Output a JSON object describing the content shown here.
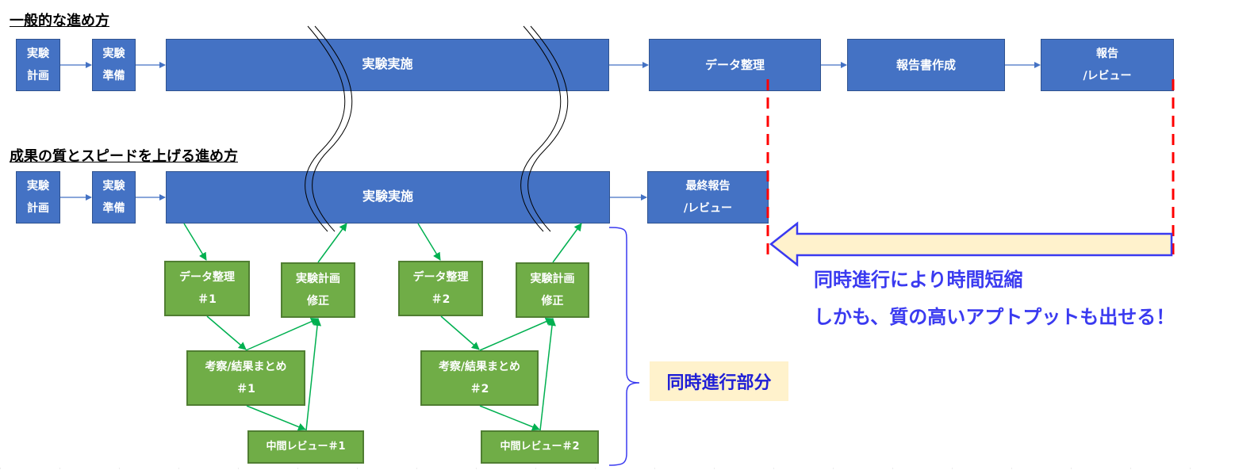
{
  "general": {
    "heading": "一般的な進め方",
    "steps": [
      "実験\n計画",
      "実験\n準備",
      "実験実施",
      "データ整理",
      "報告書作成",
      "報告\n/レビュー"
    ]
  },
  "improved": {
    "heading": "成果の質とスピードを上げる進め方",
    "steps": [
      "実験\n計画",
      "実験\n準備",
      "実験実施",
      "最終報告\n/レビュー"
    ]
  },
  "parallel": {
    "group1": [
      "データ整理\n＃1",
      "実験計画\n修正",
      "考察/結果まとめ\n＃1",
      "中間レビュー＃1"
    ],
    "group2": [
      "データ整理\n＃2",
      "実験計画\n修正",
      "考察/結果まとめ\n＃2",
      "中間レビュー＃2"
    ],
    "bracket_label": "同時進行部分"
  },
  "callout": {
    "line1": "同時進行により時間短縮",
    "line2": "しかも、質の高いアプトプットも出せる！"
  },
  "colors": {
    "blue_box": "#4472c4",
    "green_box": "#70ad47",
    "green_arrow": "#00b050",
    "red_dash": "#ff0000",
    "callout_text": "#3a3af0",
    "label_bg": "#fff2cc"
  }
}
